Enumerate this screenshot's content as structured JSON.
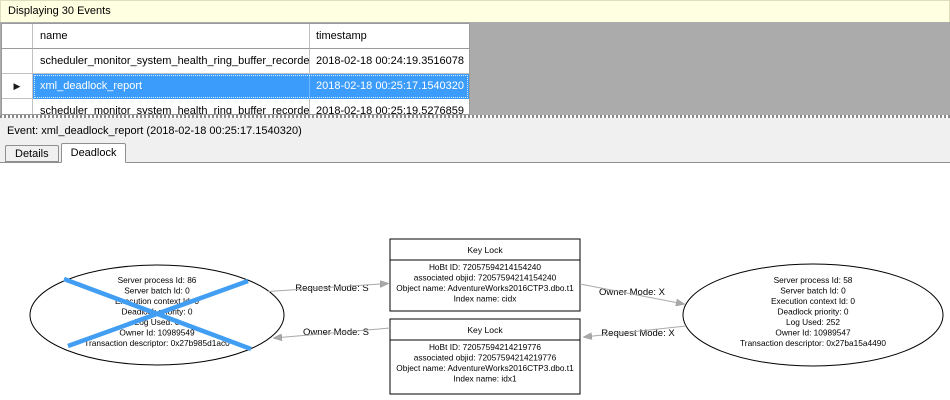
{
  "colors": {
    "selection_blue": "#3c9cfc",
    "victim_x_blue": "#419ef2",
    "info_bar_yellow": "#ffffe1",
    "pane_gray": "#f0f0f0",
    "grid_backdrop_gray": "#ababab"
  },
  "info_bar": {
    "text": "Displaying 30 Events"
  },
  "events_grid": {
    "columns": [
      "name",
      "timestamp"
    ],
    "rows": [
      {
        "name": "scheduler_monitor_system_health_ring_buffer_recorded",
        "timestamp": "2018-02-18 00:24:19.3516078",
        "selected": false
      },
      {
        "name": "xml_deadlock_report",
        "timestamp": "2018-02-18 00:25:17.1540320",
        "selected": true
      },
      {
        "name": "scheduler_monitor_system_health_ring_buffer_recorded",
        "timestamp": "2018-02-18 00:25:19.5276859",
        "selected": false
      }
    ]
  },
  "event_bar": {
    "text": "Event: xml_deadlock_report (2018-02-18 00:25:17.1540320)"
  },
  "tabs": [
    {
      "label": "Details",
      "active": false
    },
    {
      "label": "Deadlock",
      "active": true
    }
  ],
  "graph": {
    "processes": [
      {
        "role": "victim-process",
        "victim": true,
        "lines": [
          "Server process Id: 86",
          "Server batch Id: 0",
          "Execution context Id: 0",
          "Deadlock priority: 0",
          "Log Used: 0",
          "Owner Id: 10989549",
          "Transaction descriptor: 0x27b985d1ac0"
        ]
      },
      {
        "role": "surviving-process",
        "victim": false,
        "lines": [
          "Server process Id: 58",
          "Server batch Id: 0",
          "Execution context Id: 0",
          "Deadlock priority: 0",
          "Log Used: 252",
          "Owner Id: 10989547",
          "Transaction descriptor: 0x27ba15a4490"
        ]
      }
    ],
    "resources": [
      {
        "title": "Key Lock",
        "lines": [
          "HoBt ID: 72057594214154240",
          "associated objid: 72057594214154240",
          "Object name: AdventureWorks2016CTP3.dbo.t1",
          "Index name: cidx"
        ]
      },
      {
        "title": "Key Lock",
        "lines": [
          "HoBt ID: 72057594214219776",
          "associated objid: 72057594214219776",
          "Object name: AdventureWorks2016CTP3.dbo.t1",
          "Index name: idx1"
        ]
      }
    ],
    "edges": [
      {
        "label": "Request Mode: S"
      },
      {
        "label": "Owner Mode: S"
      },
      {
        "label": "Owner Mode: X"
      },
      {
        "label": "Request Mode: X"
      }
    ]
  }
}
